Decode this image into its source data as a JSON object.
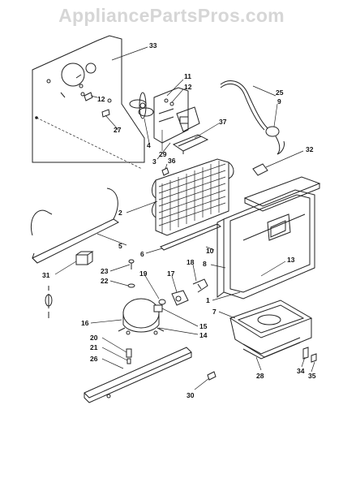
{
  "watermark": "AppliancePartsPros.com",
  "callouts": [
    {
      "id": "c33",
      "text": "33"
    },
    {
      "id": "c11",
      "text": "11"
    },
    {
      "id": "c12a",
      "text": "12"
    },
    {
      "id": "c12b",
      "text": "12"
    },
    {
      "id": "c27",
      "text": "27"
    },
    {
      "id": "c4",
      "text": "4"
    },
    {
      "id": "c29",
      "text": "29"
    },
    {
      "id": "c3",
      "text": "3"
    },
    {
      "id": "c37",
      "text": "37"
    },
    {
      "id": "c25",
      "text": "25"
    },
    {
      "id": "c9",
      "text": "9"
    },
    {
      "id": "c32",
      "text": "32"
    },
    {
      "id": "c36",
      "text": "36"
    },
    {
      "id": "c2",
      "text": "2"
    },
    {
      "id": "c5",
      "text": "5"
    },
    {
      "id": "c6",
      "text": "6"
    },
    {
      "id": "c10",
      "text": "10"
    },
    {
      "id": "c8",
      "text": "8"
    },
    {
      "id": "c13",
      "text": "13"
    },
    {
      "id": "c31",
      "text": "31"
    },
    {
      "id": "c23",
      "text": "23"
    },
    {
      "id": "c22",
      "text": "22"
    },
    {
      "id": "c19",
      "text": "19"
    },
    {
      "id": "c17",
      "text": "17"
    },
    {
      "id": "c18",
      "text": "18"
    },
    {
      "id": "c1",
      "text": "1"
    },
    {
      "id": "c7",
      "text": "7"
    },
    {
      "id": "c16",
      "text": "16"
    },
    {
      "id": "c20",
      "text": "20"
    },
    {
      "id": "c21",
      "text": "21"
    },
    {
      "id": "c26",
      "text": "26"
    },
    {
      "id": "c15",
      "text": "15"
    },
    {
      "id": "c14",
      "text": "14"
    },
    {
      "id": "c28",
      "text": "28"
    },
    {
      "id": "c34",
      "text": "34"
    },
    {
      "id": "c35",
      "text": "35"
    },
    {
      "id": "c30",
      "text": "30"
    }
  ]
}
